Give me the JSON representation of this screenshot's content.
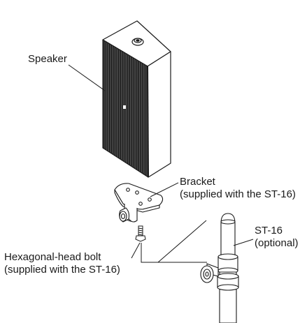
{
  "labels": {
    "speaker": "Speaker",
    "bracket_line1": "Bracket",
    "bracket_line2": "(supplied with the ST-16)",
    "st16_line1": "ST-16",
    "st16_line2": "(optional)",
    "bolt_line1": "Hexagonal-head bolt",
    "bolt_line2": "(supplied with the ST-16)"
  },
  "colors": {
    "line": "#1a1a1a",
    "grille": "#2a2a2a",
    "background": "#ffffff"
  }
}
